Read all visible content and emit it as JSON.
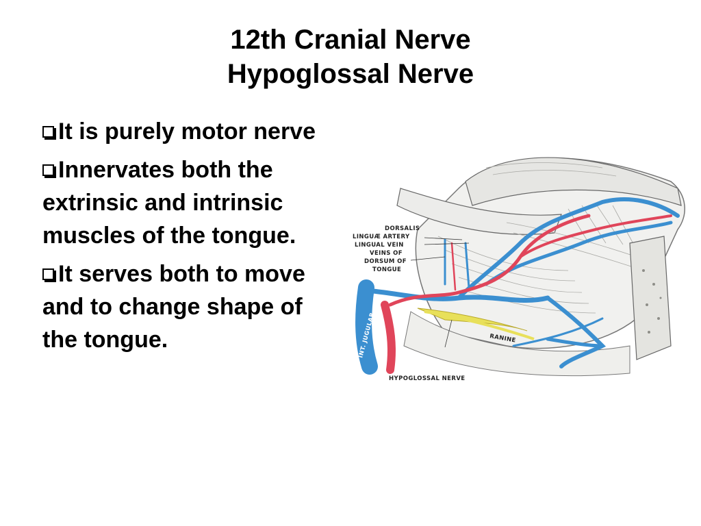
{
  "slide": {
    "title_line1": "12th Cranial Nerve",
    "title_line2": "Hypoglossal Nerve",
    "bullets": [
      "It is purely motor nerve",
      "Innervates both the extrinsic and intrinsic muscles of the tongue.",
      "It serves both to move and to change shape of the tongue."
    ]
  },
  "figure": {
    "labels": {
      "dorsalis": "DORSALIS",
      "linguae_artery": "LINGUÆ ARTERY",
      "lingual_vein": "LINGUAL VEIN",
      "veins_of": "VEINS OF",
      "dorsum_of": "DORSUM OF",
      "tongue": "TONGUE",
      "int_jugular": "INT. JUGULAR",
      "ranine": "RANINE",
      "hypoglossal_nerve": "HYPOGLOSSAL NERVE"
    },
    "colors": {
      "artery": "#e0455a",
      "vein": "#3b8fd0",
      "nerve": "#e8e05a"
    }
  }
}
